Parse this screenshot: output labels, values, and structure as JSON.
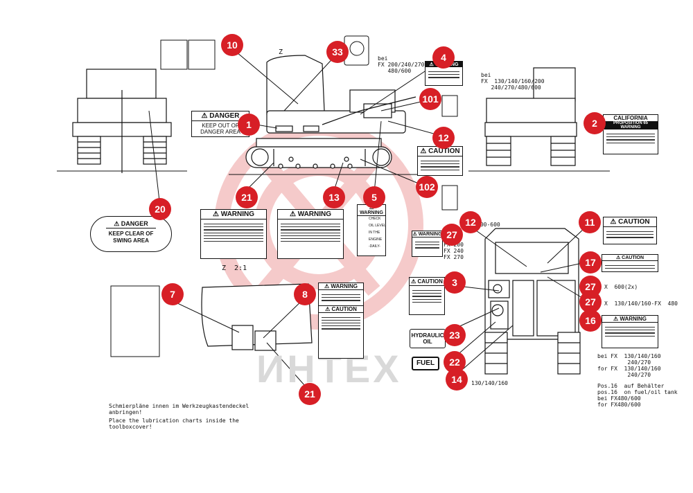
{
  "labels": {
    "z_view": "Z",
    "z_scale": "Z  2:1",
    "bei_200": "bei\nFX 200/240/270\n   480/600",
    "bei_130": "bei\nFX  130/140/160/200\n   240/270/480/600",
    "fx_models": "FX 200\nFX 240\nFX 270",
    "m200_600": "200-600",
    "x600": "X  600(2x)",
    "x130": "X  130/140/160-FX  480",
    "m130_bottom": "130/140/160",
    "bei_list": "bei FX  130/140/160\n         240/270\nfor FX  130/140/160\n         240/270",
    "pos16": "Pos.16  auf Behälter\npos.16  on fuel/oil tank\nbei FX480/600\nfor FX480/600",
    "lubrication_de": "Schmierpläne innen im Werkzeugkastendeckel\nanbringen!",
    "lubrication_en": "Place the lubrication charts inside the\ntoolboxcover!"
  },
  "decals": {
    "danger_keep_out_title": "⚠ DANGER",
    "danger_keep_out_text": "KEEP OUT OF\nDANGER AREA",
    "danger_swing_title": "⚠ DANGER",
    "danger_swing_text": "KEEP CLEAR OF\nSWING AREA",
    "caution_fan_title": "⚠ CAUTION",
    "caution_radiator_title": "⚠ CAUTION",
    "caution_17_title": "⚠ CAUTION",
    "caution_3_title": "⚠ CAUTION",
    "warning_a_title": "⚠ WARNING",
    "warning_b_title": "⚠ WARNING",
    "warning_level_title": "⚠ WARNING",
    "warning_27_title": "⚠ WARNING",
    "warning_8_title": "⚠ WARNING",
    "caution_8_title": "⚠ CAUTION",
    "warning_16_title": "⚠ WARNING",
    "warning_4_title": "⚠ WARNING",
    "california_title": "CALIFORNIA",
    "california_sub": "PROPOSITION 65 WARNING",
    "hydraulic_oil": "HYDRAULIC\nOIL",
    "fuel": "FUEL",
    "check_oil": "CHECK\n\nOIL LEVEL\n\nIN THE\n\nENGINE\n\n-DAILY-"
  },
  "callouts": [
    "10",
    "33",
    "4",
    "101",
    "1",
    "12",
    "2",
    "21",
    "13",
    "5",
    "102",
    "20",
    "12",
    "27",
    "11",
    "17",
    "27",
    "27",
    "16",
    "3",
    "23",
    "22",
    "14",
    "7",
    "8",
    "21"
  ],
  "watermark": "ИНТЕХ",
  "colors": {
    "callout": "#d71f26",
    "watermark_logo": "#f2b6b6"
  }
}
